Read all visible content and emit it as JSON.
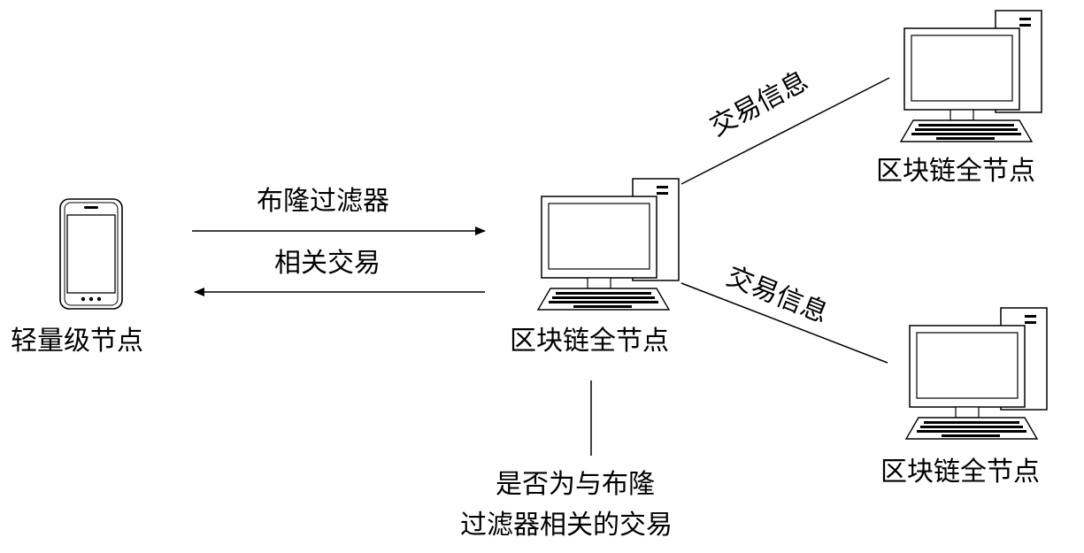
{
  "nodes": {
    "light_node": "轻量级节点",
    "center_full_node": "区块链全节点",
    "top_right_full_node": "区块链全节点",
    "bottom_right_full_node": "区块链全节点"
  },
  "edges": {
    "bloom_filter": "布隆过滤器",
    "related_tx": "相关交易",
    "tx_info_top": "交易信息",
    "tx_info_bottom": "交易信息"
  },
  "annotation": {
    "line1": "是否为与布隆",
    "line2": "过滤器相关的交易"
  },
  "icons": {
    "phone": "smartphone-icon",
    "computer": "desktop-computer-icon"
  }
}
